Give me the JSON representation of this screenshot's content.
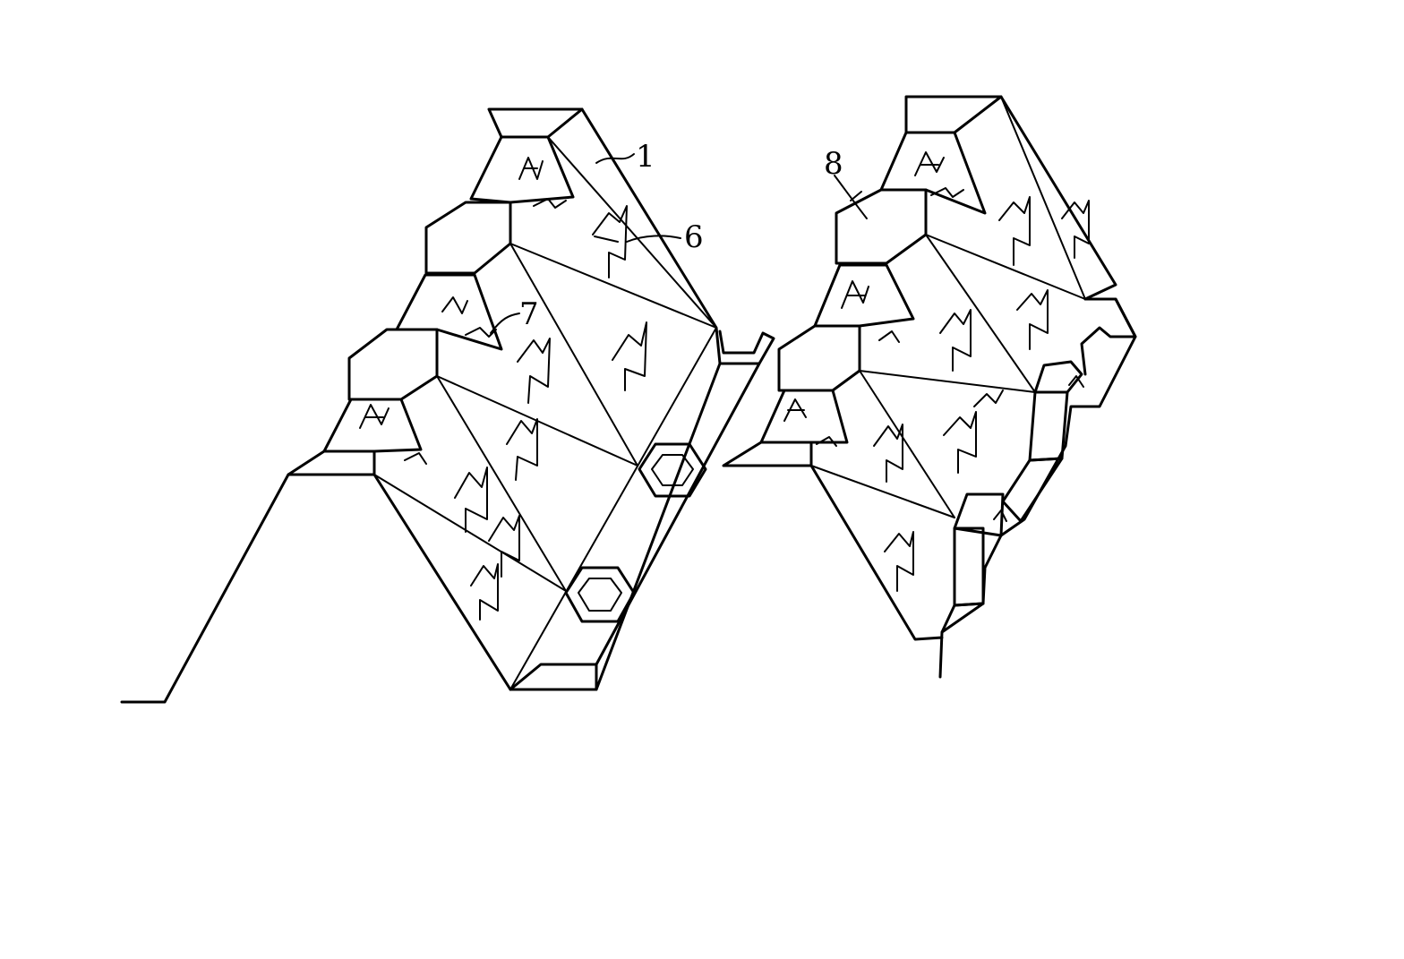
{
  "figure": {
    "labels": {
      "label_1": "1",
      "label_6": "6",
      "label_7": "7",
      "label_8": "8"
    }
  }
}
